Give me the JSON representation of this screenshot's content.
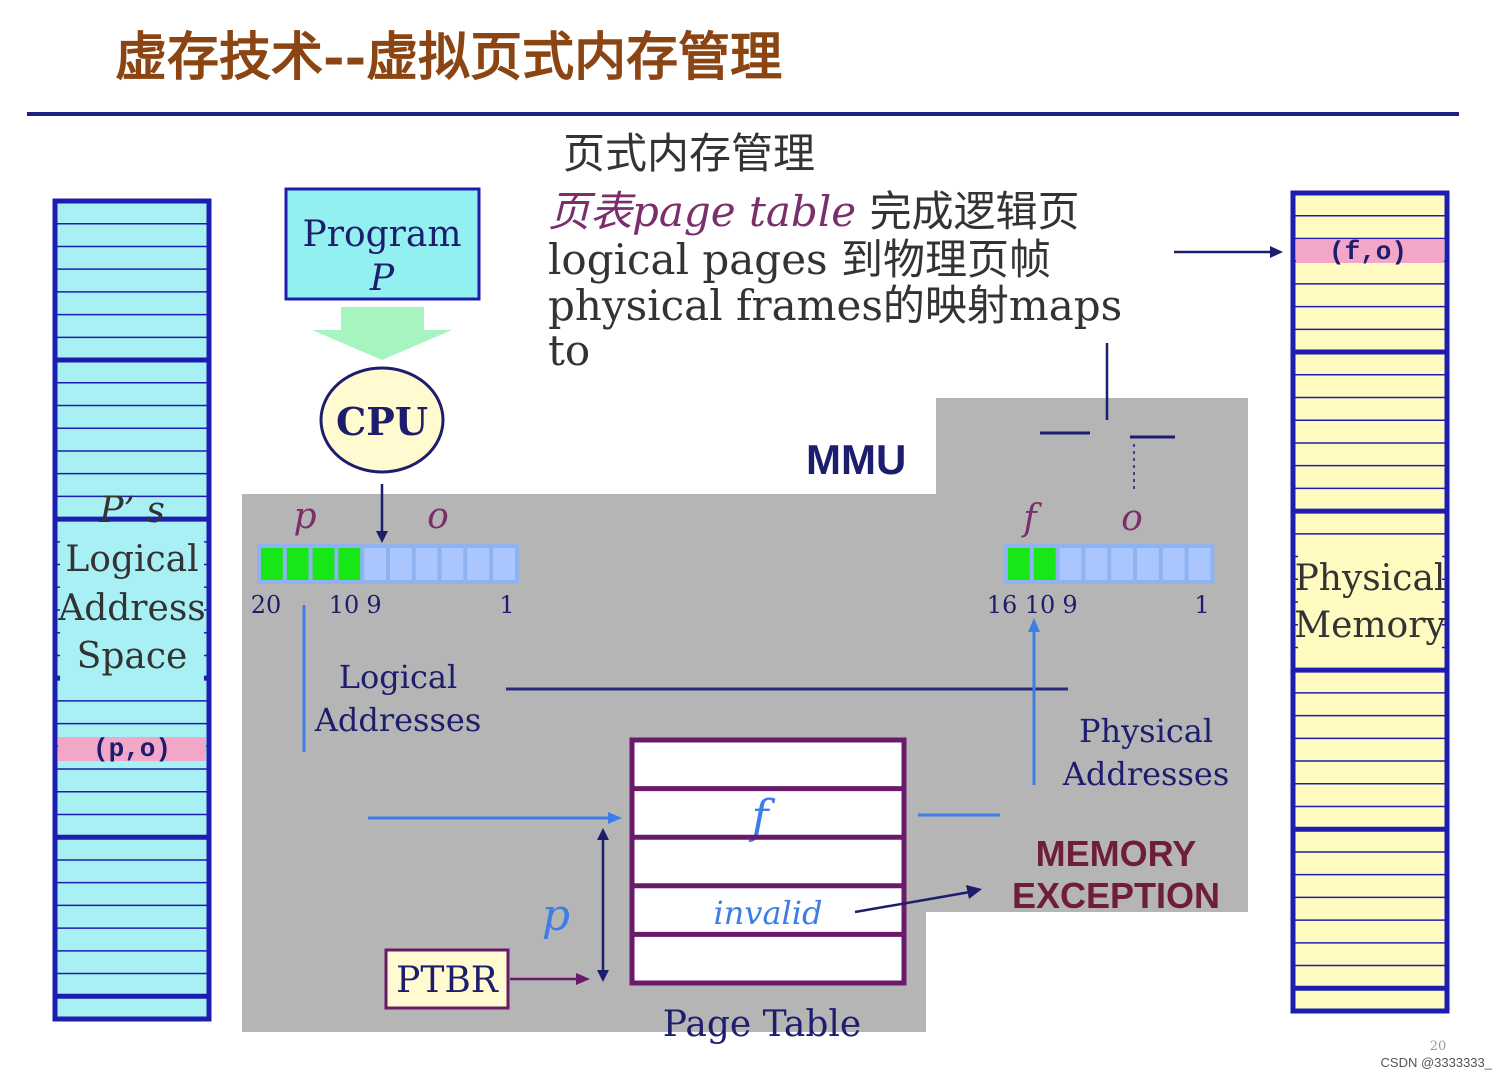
{
  "slide": {
    "title": "虚存技术--虚拟页式内存管理",
    "page_number": "20",
    "watermark": "CSDN @3333333_"
  },
  "colors": {
    "title": "#8b4513",
    "rule": "#1a237e",
    "border_blue": "#1d1db0",
    "lines": "#2a2a7a",
    "mmu_gray": "#b5b5b5",
    "cell_cyan": "#a9f0f5",
    "cell_yellow": "#fffac0",
    "highlight_pink": "#f2a7c8",
    "bit_green": "#17e617",
    "bit_blue": "#a9c6ff",
    "arrow_blue": "#3c7ee6",
    "italic_purple": "#7a2e6a",
    "exception_red": "#6e1d3a",
    "page_table_border": "#6a1a6a",
    "program_fill": "#92f0f0",
    "cpu_fill": "#fffad0",
    "ptbr_fill": "#fffad0"
  },
  "description": {
    "heading": "页式内存管理",
    "line1_italic": "页表page table",
    "line1_rest": " 完成逻辑页",
    "line2": "logical pages 到物理页帧",
    "line3": "physical frames的映射maps",
    "line4": "to"
  },
  "logical_space": {
    "label_lines": [
      "P’ s",
      "Logical",
      "Address",
      "Space"
    ],
    "highlight": "(p,o)",
    "stripes": 36
  },
  "physical_memory": {
    "label_lines": [
      "Physical",
      "Memory"
    ],
    "highlight": "(f,o)",
    "stripes": 36
  },
  "program": {
    "line1": "Program",
    "line2": "P"
  },
  "cpu": {
    "label": "CPU"
  },
  "mmu": {
    "label": "MMU"
  },
  "logical_address": {
    "p_label": "p",
    "o_label": "o",
    "green_bits": 4,
    "total_bits": 10,
    "tick_labels": [
      "20",
      "10",
      "9",
      "1"
    ],
    "caption_lines": [
      "Logical",
      "Addresses"
    ]
  },
  "physical_address": {
    "f_label": "f",
    "o_label": "o",
    "green_bits": 2,
    "total_bits": 8,
    "tick_labels": [
      "16",
      "10",
      "9",
      "1"
    ],
    "caption_lines": [
      "Physical",
      "Addresses"
    ]
  },
  "page_table": {
    "label": "Page Table",
    "rows": [
      "",
      "f",
      "",
      "invalid",
      ""
    ]
  },
  "ptbr": {
    "label": "PTBR"
  },
  "index_label": "p",
  "exception": {
    "line1": "MEMORY",
    "line2": "EXCEPTION"
  }
}
